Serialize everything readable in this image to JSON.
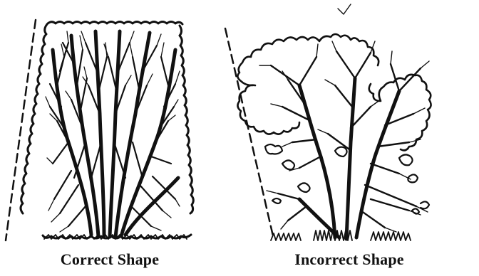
{
  "figure": {
    "panels": [
      {
        "id": "correct",
        "caption": "Correct Shape"
      },
      {
        "id": "incorrect",
        "caption": "Incorrect Shape"
      }
    ],
    "colors": {
      "ink": "#111111",
      "background": "#ffffff"
    }
  }
}
